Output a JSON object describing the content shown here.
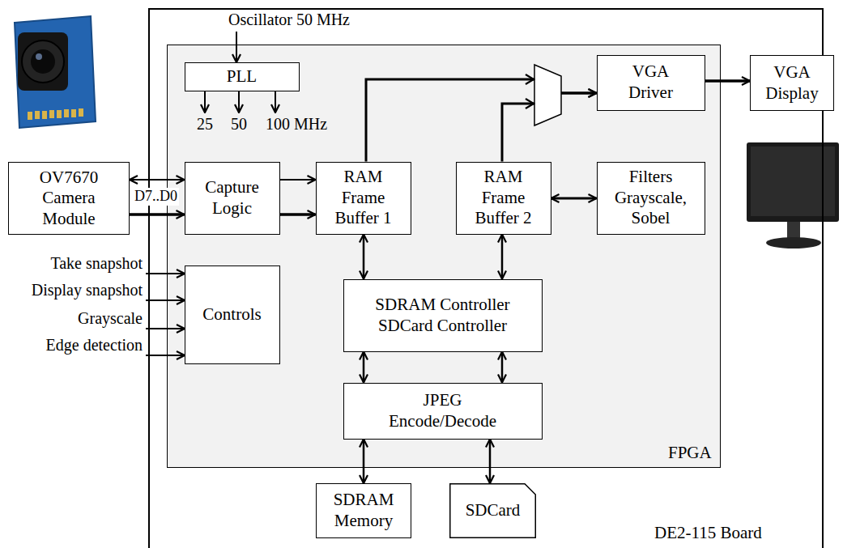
{
  "diagram": {
    "nodes": [
      {
        "text": [
          "OV7670 Camera Module"
        ]
      },
      {
        "text": [
          "DE2-115 Board"
        ]
      },
      {
        "text": [
          "FPGA"
        ],
        "in": 1
      },
      {
        "text": [
          "PLL"
        ],
        "in": 2
      },
      {
        "text": [
          "Capture Logic"
        ],
        "in": 2
      },
      {
        "text": [
          "RAM Frame Buffer 1"
        ],
        "in": 2
      },
      {
        "text": [
          "RAM Frame Buffer 2"
        ],
        "in": 2
      },
      {
        "text": [
          "VGA Driver"
        ],
        "in": 2
      },
      {
        "text": [
          "Filters Grayscale, Sobel"
        ],
        "in": 2
      },
      {
        "text": [
          "Controls"
        ],
        "in": 2
      },
      {
        "text": [
          "SDRAM Controller",
          "SDCard Controller"
        ],
        "in": 2
      },
      {
        "text": [
          "JPEG Encode/Decode"
        ],
        "in": 2
      },
      {
        "text": [
          "SDRAM Memory"
        ],
        "in": 1
      },
      {
        "text": [
          "SDCard"
        ],
        "in": 1
      },
      {
        "text": [
          "VGA Display"
        ]
      }
    ],
    "edges": [
      {
        "from": 0,
        "to": 4,
        "arrow": "both"
      },
      {
        "from": 0,
        "to": 4,
        "label": "D7..D0",
        "arrow": "to"
      },
      {
        "from": 4,
        "to": 5,
        "arrow": "to"
      },
      {
        "from": 4,
        "to": 5,
        "arrow": "to"
      },
      {
        "from": 5,
        "to": 7,
        "arrow": "to"
      },
      {
        "from": 6,
        "to": 7,
        "arrow": "to"
      },
      {
        "from": 7,
        "to": 14,
        "arrow": "to"
      },
      {
        "from": 6,
        "to": 8,
        "arrow": "both"
      },
      {
        "from": 5,
        "to": 10,
        "arrow": "both"
      },
      {
        "from": 6,
        "to": 10,
        "arrow": "both"
      },
      {
        "from": 10,
        "to": 11,
        "arrow": "both"
      },
      {
        "from": 10,
        "to": 11,
        "arrow": "both"
      },
      {
        "from": 11,
        "to": 12,
        "arrow": "both"
      },
      {
        "from": 11,
        "to": 13,
        "arrow": "both"
      }
    ],
    "labels": [
      "Oscillator 50 MHz",
      "25",
      "50",
      "100 MHz",
      "Take snapshot",
      "Display snapshot",
      "Grayscale",
      "Edge detection"
    ]
  }
}
